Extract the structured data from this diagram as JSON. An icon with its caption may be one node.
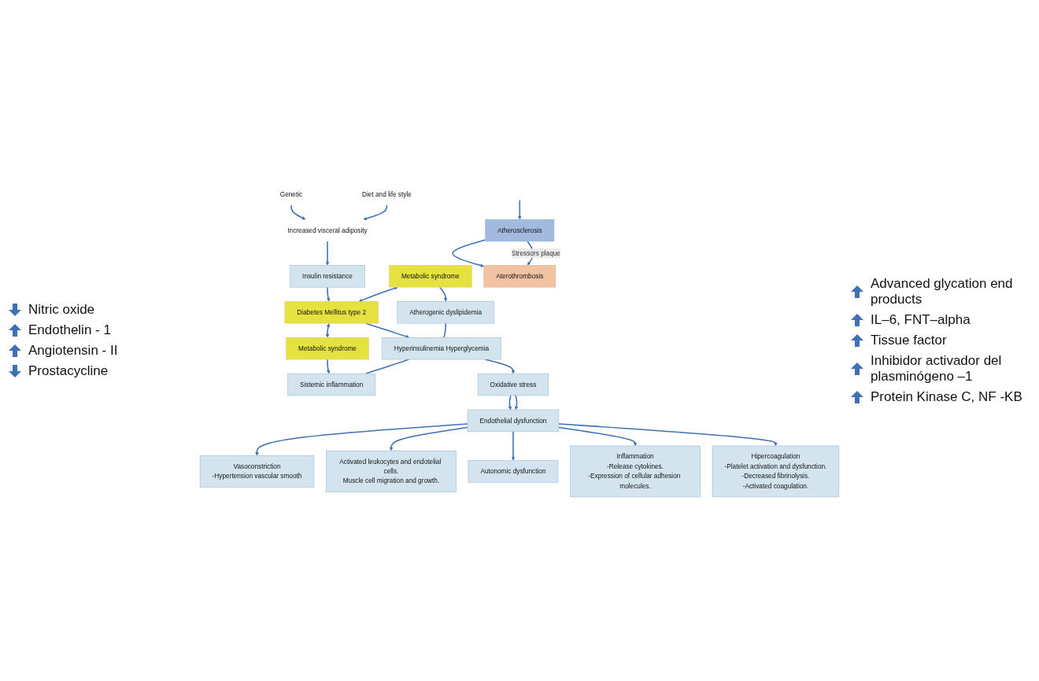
{
  "diagram": {
    "nodes": [
      {
        "text": [
          "Genetic"
        ]
      },
      {
        "text": [
          "Diet and life style"
        ]
      },
      {
        "text": [
          "Increased visceral adiposity"
        ]
      },
      {
        "text": [
          "Insulin resistance"
        ]
      },
      {
        "text": [
          "Metabolic syndrome"
        ]
      },
      {
        "text": [
          "Diabetes Mellitus type 2"
        ]
      },
      {
        "text": [
          "Metabolic syndrome"
        ]
      },
      {
        "text": [
          "Atherogenic dyslipidemia"
        ]
      },
      {
        "text": [
          "Hyperinsulinemia Hyperglycemia"
        ]
      },
      {
        "text": [
          "Sistemic inflammation"
        ]
      },
      {
        "text": [
          "Oxidative stress"
        ]
      },
      {
        "text": [
          "Endothelial dysfunction"
        ]
      },
      {
        "text": [
          "Vasoconstriction",
          "-Hypertension vascular smooth"
        ]
      },
      {
        "text": [
          "Activated leukocytes and endotelial cells.",
          "Muscle cell migration and growth."
        ]
      },
      {
        "text": [
          "Autonomic dysfunction"
        ]
      },
      {
        "text": [
          "Inflammation",
          "-Release cytokines.",
          "-Expression of cellular adhesion molecules."
        ]
      },
      {
        "text": [
          "Hipercoagulation",
          "-Platelet activation and dysfunction.",
          "-Decreased fibrinolysis.",
          "-Activated coagulation."
        ]
      },
      {
        "text": [
          "Atherosclerosis"
        ]
      },
      {
        "text": [
          "Aterothrombosis"
        ]
      }
    ],
    "edges": [
      {
        "from": 0,
        "to": 2,
        "arrow": "to"
      },
      {
        "from": 1,
        "to": 2,
        "arrow": "to"
      },
      {
        "from": 2,
        "to": 3,
        "arrow": "to"
      },
      {
        "from": 3,
        "to": 5,
        "arrow": "to"
      },
      {
        "from": 4,
        "to": 5,
        "arrow": "both"
      },
      {
        "from": 5,
        "to": 6,
        "arrow": "both"
      },
      {
        "from": 4,
        "to": 7,
        "arrow": "to"
      },
      {
        "from": 5,
        "to": 8,
        "arrow": "to"
      },
      {
        "from": 6,
        "to": 9,
        "arrow": "to"
      },
      {
        "from": 7,
        "to": 8,
        "arrow": "none"
      },
      {
        "from": 8,
        "to": 9,
        "arrow": "none"
      },
      {
        "from": 8,
        "to": 10,
        "arrow": "to"
      },
      {
        "from": 10,
        "to": 11,
        "arrow": "to"
      },
      {
        "from": 10,
        "to": 11,
        "arrow": "to"
      },
      {
        "from": 11,
        "to": 12,
        "arrow": "to"
      },
      {
        "from": 11,
        "to": 13,
        "arrow": "to"
      },
      {
        "from": 11,
        "to": 14,
        "arrow": "to"
      },
      {
        "from": 11,
        "to": 15,
        "arrow": "to"
      },
      {
        "from": 11,
        "to": 16,
        "arrow": "to"
      },
      {
        "from": null,
        "to": 17,
        "arrow": "to"
      },
      {
        "from": 17,
        "to": 18,
        "arrow": "to"
      },
      {
        "from": 17,
        "to": 18,
        "arrow": "to",
        "label": "Stressors plaque"
      }
    ],
    "labels": [
      "Advanced glycation end products",
      "IL–6, FNT–alpha",
      "Tissue factor",
      "Inhibidor activador del plasminógeno –1",
      "Protein Kinase C, NF -KB",
      "Nitric oxide",
      "Endothelin - 1",
      "Angiotensin - II",
      "Prostacycline"
    ]
  }
}
